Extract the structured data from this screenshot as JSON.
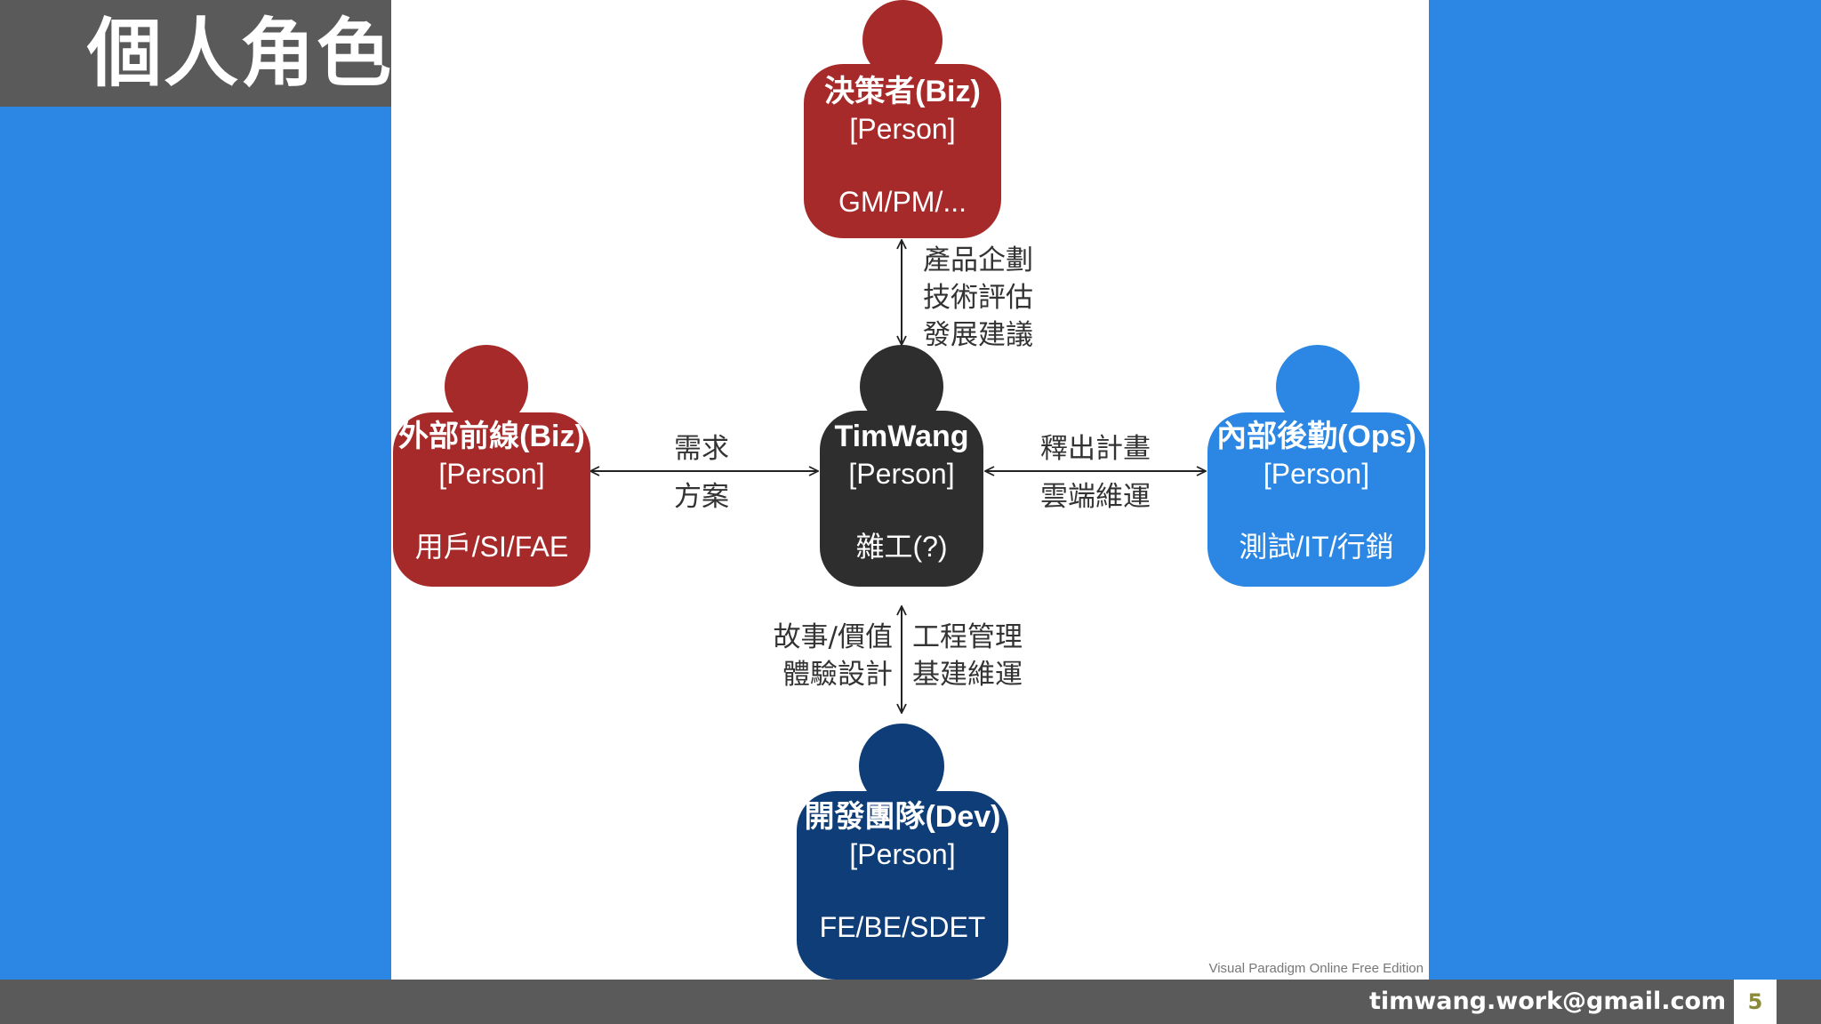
{
  "title": "個人角色扮演",
  "colors": {
    "background": "#2b87e3",
    "title_bar": "#5a5a5a",
    "biz_red": "#a62a2a",
    "center_dark": "#2e2e2e",
    "ops_blue": "#2b87e3",
    "dev_navy": "#0f3d78"
  },
  "nodes": {
    "biz_top": {
      "name": "決策者(Biz)",
      "stereotype": "[Person]",
      "desc": "GM/PM/..."
    },
    "biz_left": {
      "name": "外部前線(Biz)",
      "stereotype": "[Person]",
      "desc": "用戶/SI/FAE"
    },
    "center": {
      "name": "TimWang",
      "stereotype": "[Person]",
      "desc": "雜工(?)"
    },
    "ops_right": {
      "name": "內部後勤(Ops)",
      "stereotype": "[Person]",
      "desc": "測試/IT/行銷"
    },
    "dev_bottom": {
      "name": "開發團隊(Dev)",
      "stereotype": "[Person]",
      "desc": "FE/BE/SDET"
    }
  },
  "edges": {
    "top": {
      "lines": [
        "產品企劃",
        "技術評估",
        "發展建議"
      ]
    },
    "left": {
      "above": "需求",
      "below": "方案"
    },
    "right": {
      "above": "釋出計畫",
      "below": "雲端維運"
    },
    "bottom": {
      "left_lines": [
        "故事/價值",
        "體驗設計"
      ],
      "right_lines": [
        "工程管理",
        "基建維運"
      ]
    }
  },
  "watermark": "Visual Paradigm Online Free Edition",
  "footer": {
    "email": "timwang.work@gmail.com",
    "page": "5"
  }
}
